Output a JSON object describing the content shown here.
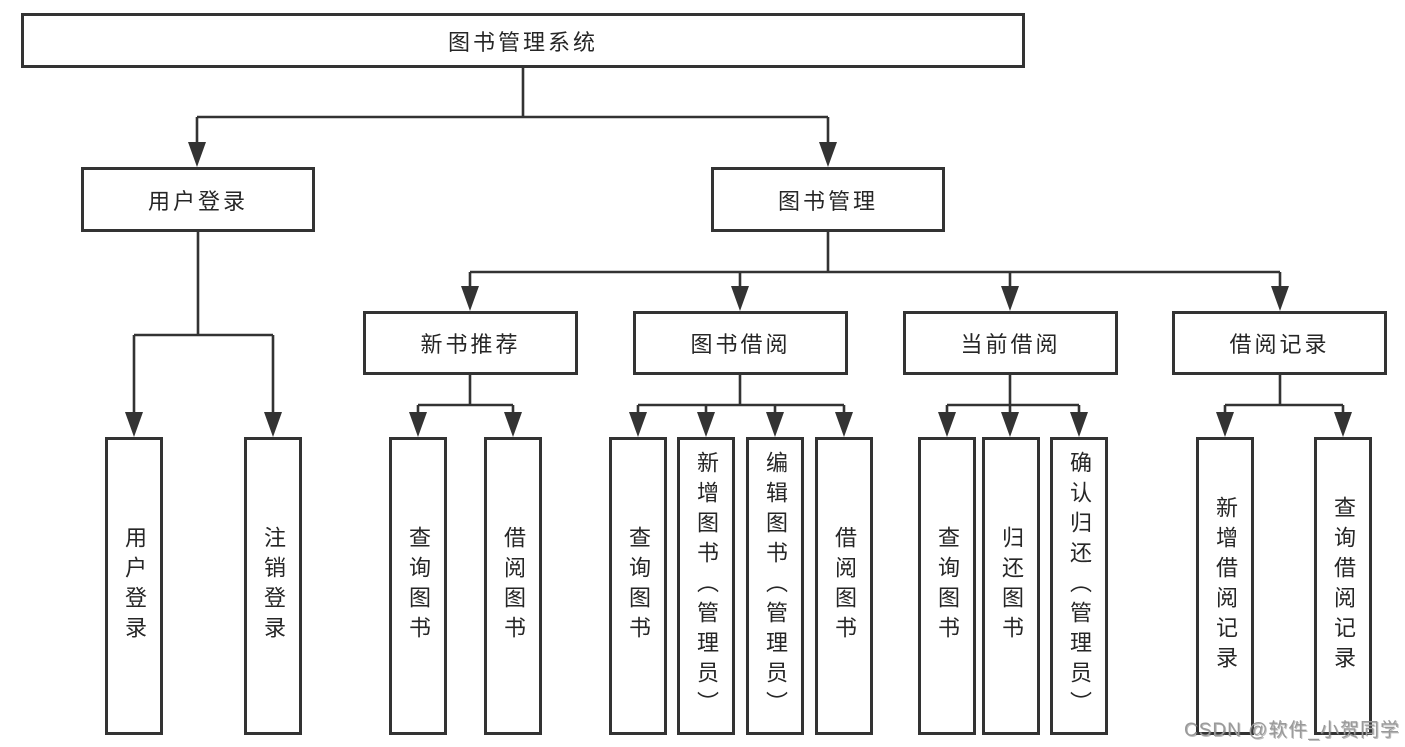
{
  "colors": {
    "line": "#333333",
    "box_border": "#333333",
    "text": "#262626",
    "watermark": "#9a9a9a",
    "background": "#ffffff"
  },
  "watermark": {
    "text": "CSDN @软件_小贺同学"
  },
  "tree": {
    "root": {
      "label": "图书管理系统"
    },
    "children": [
      {
        "label": "用户登录",
        "children": [
          {
            "label": "用户登录"
          },
          {
            "label": "注销登录"
          }
        ]
      },
      {
        "label": "图书管理",
        "children": [
          {
            "label": "新书推荐",
            "children": [
              {
                "label": "查询图书"
              },
              {
                "label": "借阅图书"
              }
            ]
          },
          {
            "label": "图书借阅",
            "children": [
              {
                "label": "查询图书"
              },
              {
                "label": "新增图书（管理员）"
              },
              {
                "label": "编辑图书（管理员）"
              },
              {
                "label": "借阅图书"
              }
            ]
          },
          {
            "label": "当前借阅",
            "children": [
              {
                "label": "查询图书"
              },
              {
                "label": "归还图书"
              },
              {
                "label": "确认归还（管理员）"
              }
            ]
          },
          {
            "label": "借阅记录",
            "children": [
              {
                "label": "新增借阅记录"
              },
              {
                "label": "查询借阅记录"
              }
            ]
          }
        ]
      }
    ]
  }
}
